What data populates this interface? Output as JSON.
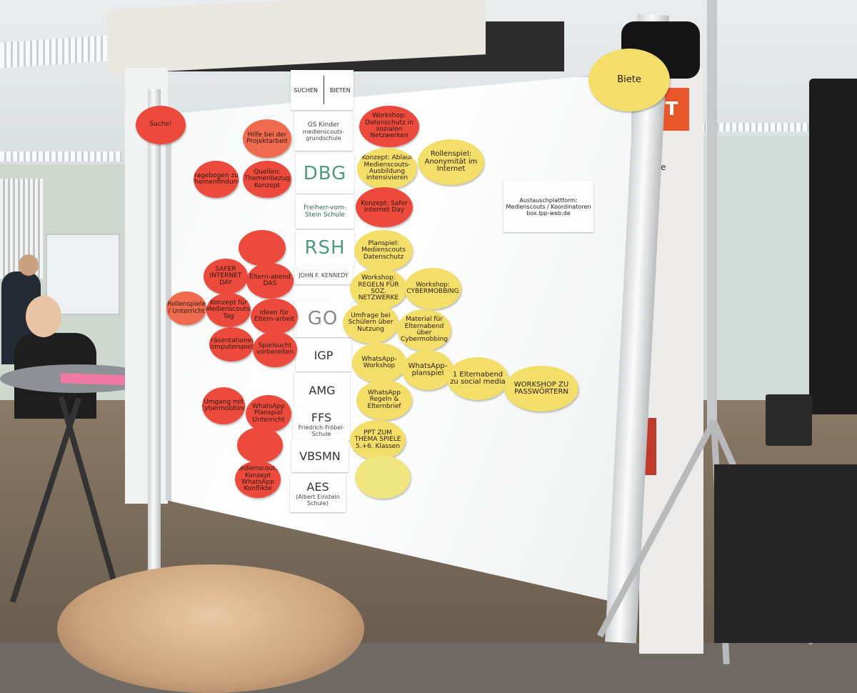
{
  "board": {
    "header_card": {
      "left": "SUCHEN",
      "right": "BIETEN"
    },
    "pole_label": "Suche!",
    "top_right_label": "Biete",
    "info_card": {
      "line1": "Austauschplattform:",
      "line2": "Medienscouts / Koordinatoren",
      "line3": "box.lpp-web.de"
    },
    "banner_text": "UT",
    "banner_url": "w.de"
  },
  "school_cards": [
    {
      "name": "GS Kinder",
      "sub": "medienscouts-grundschule"
    },
    {
      "name": "DBG",
      "sub": ""
    },
    {
      "name": "Freiherr-vom-Stein Schule",
      "sub": ""
    },
    {
      "name": "RSH",
      "sub": ""
    },
    {
      "name": "JOHN F. KENNEDY",
      "sub": ""
    },
    {
      "name": "GO",
      "sub": ""
    },
    {
      "name": "IGP",
      "sub": ""
    },
    {
      "name": "AMG",
      "sub": ""
    },
    {
      "name": "FFS",
      "sub": "Friedrich-Fröbel-Schule"
    },
    {
      "name": "VBSMN",
      "sub": ""
    },
    {
      "name": "AES",
      "sub": "(Albert Einstein Schule)"
    }
  ],
  "red_notes": [
    "Hilfe bei der Projektarbeit",
    "Fragebogen zur Themenfindung",
    "Quellen: Themenbezug Konzept",
    "",
    "SAFER INTERNET DAY",
    "Eltern-abend DAS",
    "Konzept für Medienscouts-Tag",
    "Ideen für Eltern-arbeit",
    "Rollenspiele / Unterricht",
    "Präsentationen Computerspiele",
    "Spielsucht vorbereiten",
    "Umgang mit Cybermobbing",
    "WhatsApp Planspiel Unterricht",
    "",
    "Medienscouts-Konzept WhatsApp Konflikte"
  ],
  "yellow_notes": [
    "Workshop: Datenschutz in sozialen Netzwerken",
    "Konzept: Ablauf Medienscouts-Ausbildung intensivieren",
    "Rollenspiel: Anonymität im Internet",
    "Konzept: Safer Internet Day",
    "Planspiel: Medienscouts Datenschutz",
    "Workshop: REGELN FÜR SOZ. NETZWERKE",
    "Workshop: CYBERMOBBING",
    "Umfrage bei Schülern über Nutzung",
    "Material für Elternabend über Cybermobbing",
    "WhatsApp-Workshop",
    "WhatsApp-planspiel",
    "1 Elternabend zu social media",
    "WORKSHOP ZU PASSWÖRTERN",
    "WhatsApp Regeln & Elternbrief",
    "PPT ZUM THEMA SPIELE 5.+6. Klassen",
    ""
  ]
}
